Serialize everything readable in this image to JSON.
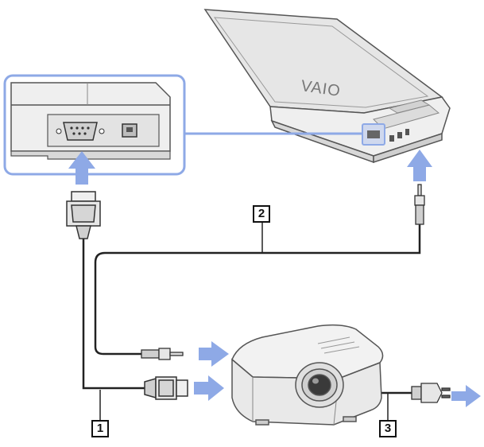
{
  "brand": {
    "logo_text": "VAIO"
  },
  "callouts": [
    {
      "id": "display-cable",
      "label": "1"
    },
    {
      "id": "audio-cable",
      "label": "2"
    },
    {
      "id": "power-cord",
      "label": "3"
    }
  ],
  "colors": {
    "arrow": "#8ea9e6",
    "zoom_frame": "#8ea9e6",
    "outline": "#555555",
    "cable": "#222222",
    "device_fill": "#f1f1f1"
  },
  "icons": [
    "vga-connector-icon",
    "audio-plug-icon",
    "power-plug-icon",
    "connection-arrow-icon"
  ]
}
